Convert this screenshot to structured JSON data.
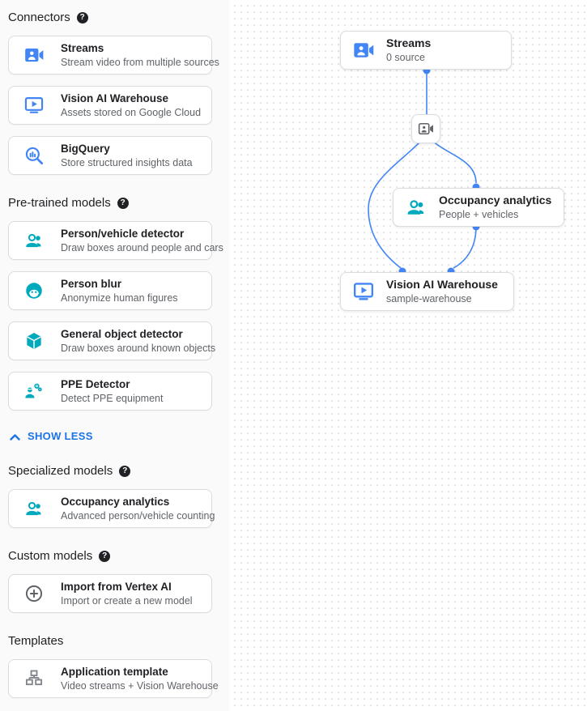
{
  "colors": {
    "icon_blue": "#4285F4",
    "icon_teal": "#00A9BC",
    "icon_gray": "#5f6368",
    "link_blue": "#1A73E8",
    "edge_blue": "#4285F4"
  },
  "sidebar": {
    "show_less_label": "SHOW LESS",
    "sections": [
      {
        "title": "Connectors",
        "has_help": true,
        "cards": [
          {
            "icon": "streams-icon",
            "title": "Streams",
            "subtitle": "Stream video from multiple sources"
          },
          {
            "icon": "vision-warehouse-icon",
            "title": "Vision AI Warehouse",
            "subtitle": "Assets stored on Google Cloud"
          },
          {
            "icon": "bigquery-icon",
            "title": "BigQuery",
            "subtitle": "Store structured insights data"
          }
        ]
      },
      {
        "title": "Pre-trained models",
        "has_help": true,
        "cards": [
          {
            "icon": "person-vehicle-detector-icon",
            "title": "Person/vehicle detector",
            "subtitle": "Draw boxes around people and cars"
          },
          {
            "icon": "person-blur-icon",
            "title": "Person blur",
            "subtitle": "Anonymize human figures"
          },
          {
            "icon": "general-object-detector-icon",
            "title": "General object detector",
            "subtitle": "Draw boxes around known objects"
          },
          {
            "icon": "ppe-detector-icon",
            "title": "PPE Detector",
            "subtitle": "Detect PPE equipment"
          }
        ]
      },
      {
        "title": "Specialized models",
        "has_help": true,
        "cards": [
          {
            "icon": "occupancy-analytics-icon",
            "title": "Occupancy analytics",
            "subtitle": "Advanced person/vehicle counting"
          }
        ]
      },
      {
        "title": "Custom models",
        "has_help": true,
        "cards": [
          {
            "icon": "import-vertex-icon",
            "title": "Import from Vertex AI",
            "subtitle": "Import or create a new model"
          }
        ]
      },
      {
        "title": "Templates",
        "has_help": false,
        "cards": [
          {
            "icon": "application-template-icon",
            "title": "Application template",
            "subtitle": "Video streams + Vision Warehouse"
          }
        ]
      }
    ]
  },
  "canvas": {
    "nodes": [
      {
        "id": "streams",
        "title": "Streams",
        "subtitle": "0 source"
      },
      {
        "id": "occupancy",
        "title": "Occupancy analytics",
        "subtitle": "People + vehicles"
      },
      {
        "id": "warehouse",
        "title": "Vision AI Warehouse",
        "subtitle": "sample-warehouse"
      }
    ]
  }
}
